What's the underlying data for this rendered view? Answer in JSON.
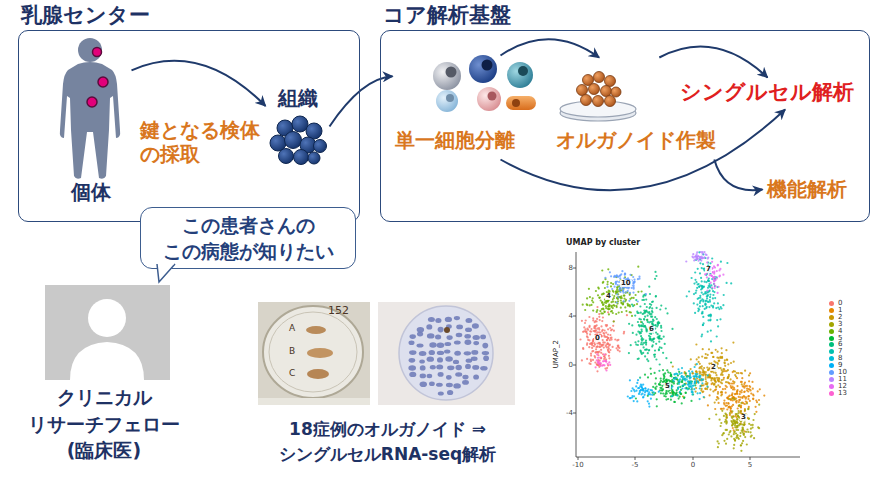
{
  "diagram": {
    "nodes": [
      {
        "text": [
          "乳腺センター"
        ]
      },
      {
        "text": [
          "個体"
        ],
        "in": 0
      },
      {
        "text": [
          "組織"
        ],
        "in": 0
      },
      {
        "text": [
          "コア解析基盤"
        ]
      },
      {
        "text": [
          "単一細胞分離"
        ],
        "in": 3
      },
      {
        "text": [
          "オルガノイド作製"
        ],
        "in": 3
      },
      {
        "text": [
          "シングルセル解析"
        ],
        "in": 3
      },
      {
        "text": [
          "機能解析"
        ],
        "in": 3
      },
      {
        "text": [
          "この患者さんの この病態が知りたい"
        ]
      },
      {
        "text": [
          "クリニカル リサーチフェロー (臨床医)"
        ]
      }
    ],
    "edges": [
      {
        "from": 1,
        "to": 2,
        "label": "鍵となる検体の採取",
        "arrow": "to"
      },
      {
        "from": 2,
        "to": 4,
        "arrow": "to"
      },
      {
        "from": 4,
        "to": 5,
        "arrow": "to"
      },
      {
        "from": 5,
        "to": 6,
        "arrow": "to"
      },
      {
        "from": 4,
        "to": 6,
        "arrow": "to"
      },
      {
        "from": 5,
        "to": 7,
        "arrow": "to"
      }
    ],
    "labels": [
      "152",
      "A",
      "B",
      "C",
      "18症例のオルガノイド ⇒シングルセルRNA-seq解析",
      "UMAP by cluster",
      "UMAP_2",
      "8",
      "4",
      "0",
      "-4",
      "-10",
      "-5",
      "0",
      "5",
      "10",
      "7",
      "0",
      "6",
      "5",
      "2",
      "3",
      "4"
    ],
    "legend": [
      {
        "text": "0",
        "color": "#F8766D"
      },
      {
        "text": "1",
        "color": "#E58700"
      },
      {
        "text": "2",
        "color": "#C99800"
      },
      {
        "text": "3",
        "color": "#A3A500"
      },
      {
        "text": "4",
        "color": "#6BB100"
      },
      {
        "text": "5",
        "color": "#00BA38"
      },
      {
        "text": "6",
        "color": "#00BF7D"
      },
      {
        "text": "7",
        "color": "#00C0AF"
      },
      {
        "text": "8",
        "color": "#00BCD8"
      },
      {
        "text": "9",
        "color": "#00B0F6"
      },
      {
        "text": "10",
        "color": "#619CFF"
      },
      {
        "text": "11",
        "color": "#B983FF"
      },
      {
        "text": "12",
        "color": "#E76BF3"
      },
      {
        "text": "13",
        "color": "#FD61D1"
      }
    ]
  }
}
